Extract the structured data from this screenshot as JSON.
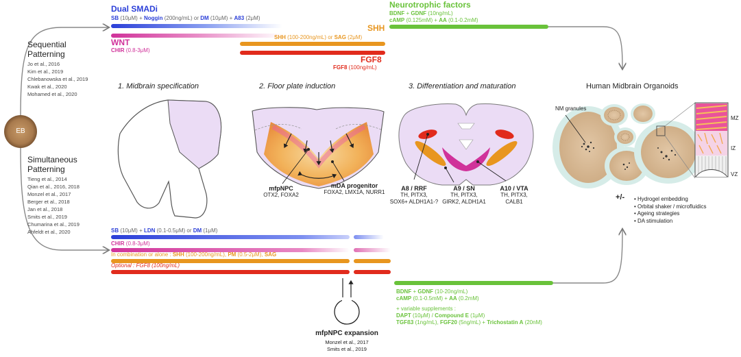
{
  "eb": "EB",
  "sequential": {
    "title_lines": [
      "Sequential",
      "Patterning"
    ],
    "refs": [
      "Jo et al., 2016",
      "Kim et al., 2019",
      "Chlebanowska et al., 2019",
      "Kwak et al., 2020",
      "Mohamed et al., 2020"
    ]
  },
  "simultaneous": {
    "title_lines": [
      "Simultaneous",
      "Patterning"
    ],
    "refs": [
      "Tieng et al., 2014",
      "Qian et al., 2016, 2018",
      "Monzel et al., 2017",
      "Berger et al., 2018",
      "Jan et al., 2018",
      "Smits et al., 2019",
      "Chumarina et al., 2019",
      "Ahfeldt et al., 2020"
    ]
  },
  "top": {
    "dual_smadi": "Dual SMADi",
    "smadi": {
      "sb": "SB",
      "sb_c": " (10μM) + ",
      "noggin": "Noggin",
      "noggin_c": " (200ng/mL) or ",
      "dm": "DM",
      "dm_c": " (10μM) + ",
      "a83": "A83",
      "a83_c": " (2μM)"
    },
    "wnt": "WNT",
    "chir": "CHIR",
    "chir_c": " (0.8-3μM)",
    "shh_head": "SHH",
    "shh": "SHH",
    "shh_c": " (100-200ng/mL) or ",
    "sag": "SAG",
    "sag_c": " (2μM)",
    "fgf8_head": "FGF8",
    "fgf8": "FGF8",
    "fgf8_c": " (100ng/mL)",
    "neurotrophic": "Neurotrophic factors",
    "bdnf": "BDNF",
    "plus": " + ",
    "gdnf": "GDNF",
    "gdnf_c": " (10ng/mL)",
    "camp": "cAMP",
    "camp_c": " (0.125mM) + ",
    "aa": "AA",
    "aa_c": " (0.1-0.2mM)"
  },
  "stages": {
    "s1": "1. Midbrain specification",
    "s2": "2. Floor plate induction",
    "s3": "3. Differentiation and maturation",
    "s4": "Human Midbrain Organoids"
  },
  "floor": {
    "mfpnpc": "mfpNPC",
    "mfpnpc_m": "OTX2, FOXA2",
    "mda": "mDA progenitor",
    "mda_m": "FOXA2, LMX1A, NURR1"
  },
  "cells": {
    "a8": "A8 / RRF",
    "a8_m1": "TH, PITX3,",
    "a8_m2": "SOX6+ ALDH1A1-?",
    "a9": "A9 / SN",
    "a9_m1": "TH, PITX3,",
    "a9_m2": "GIRK2, ALDH1A1",
    "a10": "A10 / VTA",
    "a10_m1": "TH, PITX3,",
    "a10_m2": "CALB1"
  },
  "organoid": {
    "nm": "NM granules",
    "mz": "MZ",
    "iz": "IZ",
    "vz": "VZ",
    "plusminus": "+/-",
    "bullets": [
      "• Hydrogel embedding",
      "• Orbital shaker / microfluidics",
      "• Ageing strategies",
      "• DA stimulation"
    ]
  },
  "bottom": {
    "sb": "SB",
    "sb_c": " (10μM) + ",
    "ldn": "LDN",
    "ldn_c": " (0.1-0.5μM) or ",
    "dm": "DM",
    "dm_c": " (1μM)",
    "chir": "CHIR",
    "chir_c": " (0.8-3μM)",
    "comb": "In combination or alone : ",
    "shh": "SHH",
    "shh_c": " (100-200ng/mL), ",
    "pm": "PM",
    "pm_c": " (0.5-2μM), ",
    "sag": "SAG",
    "opt": "Optional : FGF8 (100ng/mL)",
    "bdnf": "BDNF",
    "plus": " + ",
    "gdnf": "GDNF",
    "gdnf_c": " (10-20ng/mL)",
    "camp": "cAMP",
    "camp_c": " (0.1-0.5mM) + ",
    "aa": "AA",
    "aa_c": " (0.2mM)",
    "var": "+ variable supplements :",
    "dapt": "DAPT",
    "dapt_c": " (10μM) / ",
    "ce": "Compound E",
    "ce_c": " (1μM)",
    "tgf": "TGFß3",
    "tgf_c": " (1ng/mL), ",
    "fgf20": "FGF20",
    "fgf20_c": " (5ng/mL) + ",
    "tsa": "Trichostatin A",
    "tsa_c": " (20nM)",
    "expansion": "mfpNPC expansion",
    "exp_refs": [
      "Monzel et al., 2017",
      "Smits et al., 2019"
    ]
  },
  "colors": {
    "blue": "#2b3fd8",
    "magenta": "#d0329a",
    "orange": "#e8961f",
    "red": "#e12b1c",
    "green": "#69c23a",
    "lilac": "#ebdcf5"
  }
}
